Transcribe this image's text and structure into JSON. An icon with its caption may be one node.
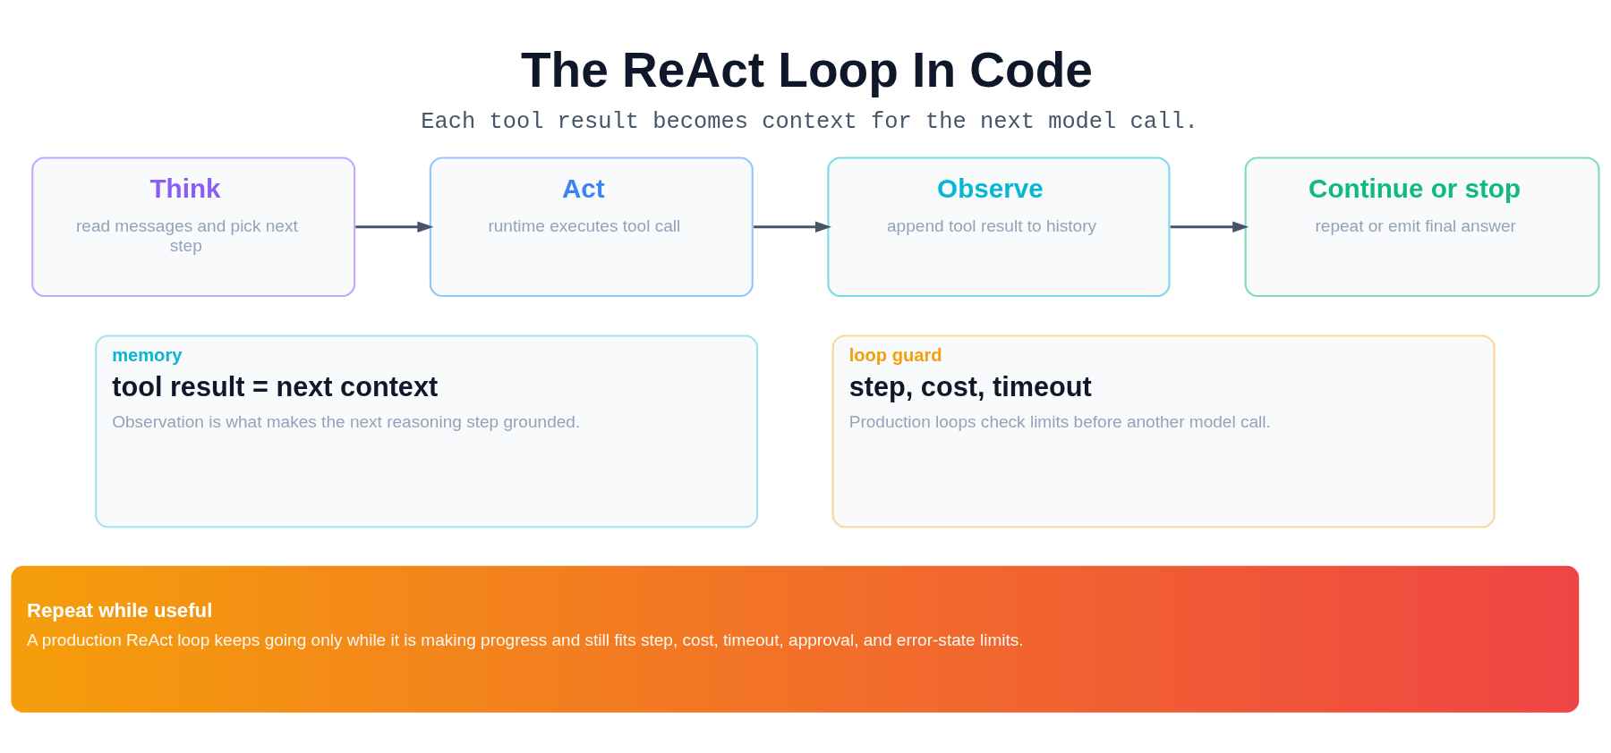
{
  "diagram": {
    "title": "The ReAct Loop In Code",
    "caption": "Each tool result becomes context for the next model call.",
    "nodes": [
      {
        "text": [
          "Think",
          "read messages and pick next step"
        ]
      },
      {
        "text": [
          "Act",
          "runtime executes tool call"
        ]
      },
      {
        "text": [
          "Observe",
          "append tool result to history"
        ]
      },
      {
        "text": [
          "Continue or stop",
          "repeat or emit final answer"
        ]
      },
      {
        "text": [
          "memory",
          "tool result = next context",
          "Observation is what makes the next reasoning step grounded."
        ]
      },
      {
        "text": [
          "loop guard",
          "step, cost, timeout",
          "Production loops check limits before another model call."
        ]
      },
      {
        "text": [
          "Repeat while useful",
          "A production ReAct loop keeps going only while it is making progress and still fits step, cost, timeout, approval, and error-state limits."
        ]
      }
    ],
    "edges": [
      {
        "from": 0,
        "to": 1,
        "arrow": "to"
      },
      {
        "from": 1,
        "to": 2,
        "arrow": "to"
      },
      {
        "from": 2,
        "to": 3,
        "arrow": "to"
      }
    ]
  }
}
